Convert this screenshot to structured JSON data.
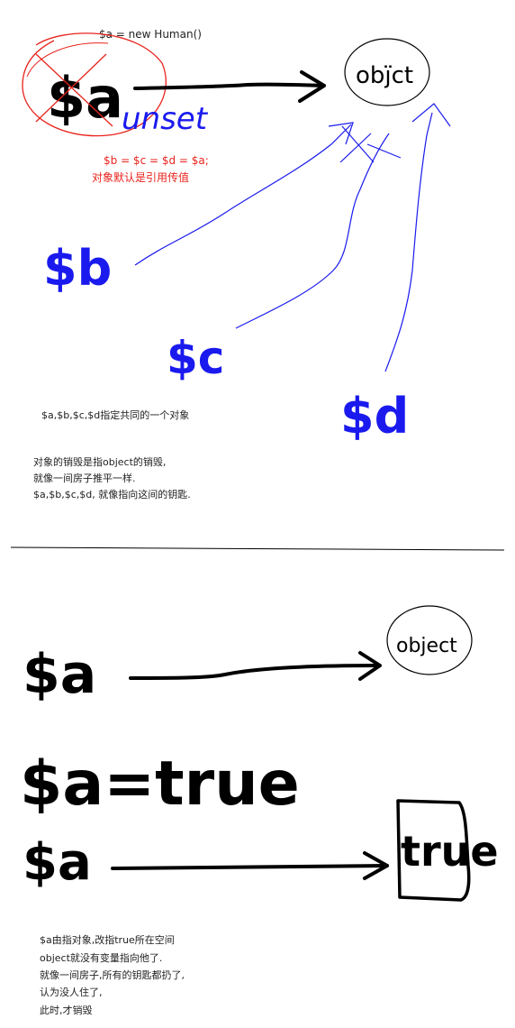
{
  "colors": {
    "ink": "#000000",
    "blue": "#1a1aee",
    "red": "#e8231c",
    "text": "#222222"
  },
  "top": {
    "code_new": "$a = new Human()",
    "var_a": "$a",
    "object_label": "obj̈ct",
    "unset_label": "unset",
    "assign_code": "$b = $c = $d = $a;",
    "assign_note": "对象默认是引用传值",
    "var_b": "$b",
    "var_c": "$c",
    "var_d": "$d",
    "shared_note": "$a,$b,$c,$d指定共同的一个对象",
    "destroy_note": [
      "对象的销毁是指object的销毁,",
      "就像一间房子推平一样.",
      "$a,$b,$c,$d, 就像指向这间的钥匙."
    ]
  },
  "bottom": {
    "var_a": "$a",
    "object_label": "object",
    "assign_label": "$a=true",
    "var_a2": "$a",
    "true_label": "true",
    "summary_note": [
      "$a由指对象,改指true所在空间",
      "object就没有变量指向他了.",
      "就像一间房子,所有的钥匙都扔了,",
      "认为没人住了,",
      "此时,才销毁"
    ]
  }
}
